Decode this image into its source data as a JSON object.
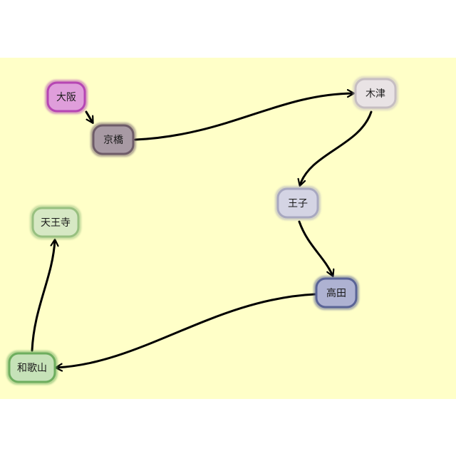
{
  "diagram": {
    "nodes": [
      {
        "id": "osaka",
        "label": "大阪",
        "fill": "#df9edb",
        "stroke": "#b646b3"
      },
      {
        "id": "kyobashi",
        "label": "京橋",
        "fill": "#a89aa4",
        "stroke": "#6e5c68"
      },
      {
        "id": "kizu",
        "label": "木津",
        "fill": "#e9e3e5",
        "stroke": "#c6bec2"
      },
      {
        "id": "oji",
        "label": "王子",
        "fill": "#d4d4e4",
        "stroke": "#a8a8c0"
      },
      {
        "id": "takada",
        "label": "高田",
        "fill": "#aeb2d2",
        "stroke": "#5a6496"
      },
      {
        "id": "wakayama",
        "label": "和歌山",
        "fill": "#c6e2b8",
        "stroke": "#6eae5e"
      },
      {
        "id": "tennoji",
        "label": "天王寺",
        "fill": "#d6e8c4",
        "stroke": "#98c080"
      }
    ],
    "edges": [
      {
        "from": "osaka",
        "to": "kyobashi"
      },
      {
        "from": "kyobashi",
        "to": "kizu"
      },
      {
        "from": "kizu",
        "to": "oji"
      },
      {
        "from": "oji",
        "to": "takada"
      },
      {
        "from": "takada",
        "to": "wakayama"
      },
      {
        "from": "wakayama",
        "to": "tennoji"
      }
    ]
  }
}
